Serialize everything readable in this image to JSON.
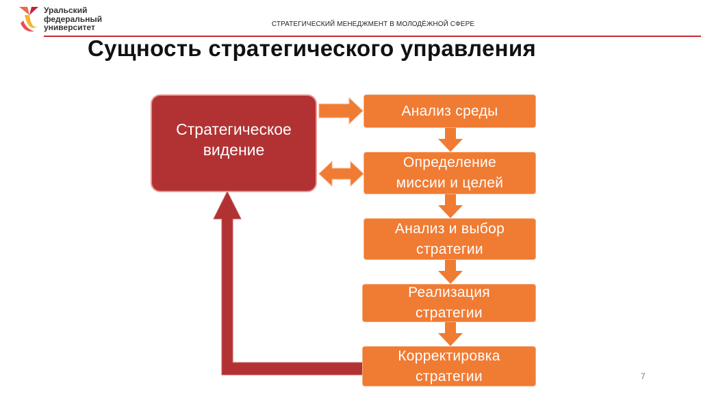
{
  "header": {
    "logo_lines": [
      "Уральский",
      "федеральный",
      "университет"
    ],
    "caption": "СТРАТЕГИЧЕСКИЙ МЕНЕДЖМЕНТ В МОЛОДЁЖНОЙ СФЕРЕ"
  },
  "title": "Сущность стратегического управления",
  "diagram": {
    "vision": "Стратегическое\nвидение",
    "steps": [
      "Анализ среды",
      "Определение\nмиссии и целей",
      "Анализ и выбор\nстратегии",
      "Реализация\nстратегии",
      "Корректировка\nстратегии"
    ]
  },
  "page_number": "7",
  "colors": {
    "brand_red": "#c62a30",
    "vision_fill": "#b23233",
    "step_fill": "#f07b33",
    "feedback_arrow": "#b23233"
  }
}
